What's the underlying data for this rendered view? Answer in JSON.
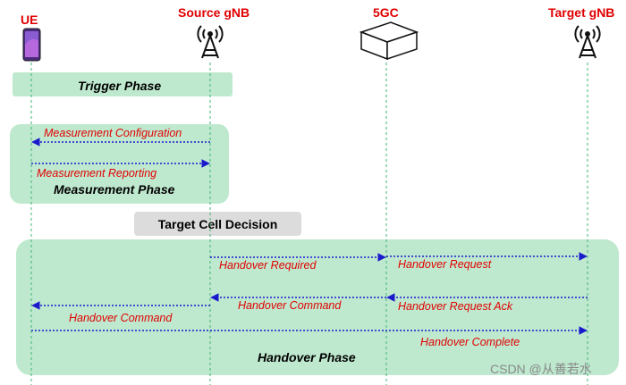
{
  "entities": {
    "ue": "UE",
    "source_gnb": "Source gNB",
    "core": "5GC",
    "target_gnb": "Target gNB"
  },
  "phases": {
    "trigger": "Trigger Phase",
    "measurement": "Measurement Phase",
    "decision": "Target Cell Decision",
    "handover": "Handover Phase"
  },
  "messages": {
    "measurement_configuration": "Measurement Configuration",
    "measurement_reporting": "Measurement Reporting",
    "handover_required": "Handover Required",
    "handover_request": "Handover Request",
    "handover_command_core": "Handover Command",
    "handover_request_ack": "Handover Request Ack",
    "handover_command_ue": "Handover Command",
    "handover_complete": "Handover Complete"
  },
  "watermark": "CSDN @从善若水",
  "colors": {
    "entity_label": "#e00000",
    "message_label": "#e00000",
    "arrow": "#1a1acc",
    "lifeline": "#3cb371",
    "phase_fill": "#bfe9cf",
    "decision_fill": "#dcdcdc"
  },
  "icons": {
    "ue": "smartphone-icon",
    "source_gnb": "cell-tower-icon",
    "core": "server-box-icon",
    "target_gnb": "cell-tower-icon"
  }
}
